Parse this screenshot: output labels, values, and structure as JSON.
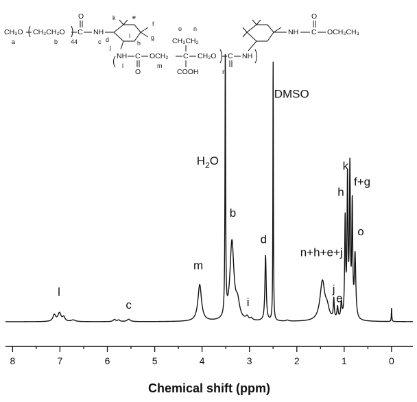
{
  "chart_data": {
    "type": "line",
    "title": "",
    "xlabel": "Chemical shift (ppm)",
    "ylabel": "",
    "xlim": [
      8.15,
      -0.45
    ],
    "x_reversed": true,
    "x_ticks": [
      8,
      7,
      6,
      5,
      4,
      3,
      2,
      1,
      0
    ],
    "grid": false,
    "series": [
      {
        "peaks": [
          {
            "shift": 7.12,
            "intensity": 0.025,
            "width": 0.035
          },
          {
            "shift": 7.01,
            "intensity": 0.032,
            "width": 0.04
          },
          {
            "shift": 6.92,
            "intensity": 0.016,
            "width": 0.03
          },
          {
            "shift": 6.72,
            "intensity": 0.006,
            "width": 0.05
          },
          {
            "shift": 5.85,
            "intensity": 0.008,
            "width": 0.03
          },
          {
            "shift": 5.76,
            "intensity": 0.006,
            "width": 0.03
          },
          {
            "shift": 5.55,
            "intensity": 0.009,
            "width": 0.04
          },
          {
            "shift": 4.05,
            "intensity": 0.14,
            "width": 0.045
          },
          {
            "shift": 3.51,
            "intensity": 1.0,
            "width": 0.008
          },
          {
            "shift": 3.37,
            "intensity": 0.3,
            "width": 0.05
          },
          {
            "shift": 3.25,
            "intensity": 0.06,
            "width": 0.05
          },
          {
            "shift": 3.05,
            "intensity": 0.013,
            "width": 0.03
          },
          {
            "shift": 2.96,
            "intensity": 0.008,
            "width": 0.03
          },
          {
            "shift": 2.66,
            "intensity": 0.25,
            "width": 0.016
          },
          {
            "shift": 2.5,
            "intensity": 1.0,
            "width": 0.006
          },
          {
            "shift": 2.2,
            "intensity": 0.004,
            "width": 0.03
          },
          {
            "shift": 1.46,
            "intensity": 0.15,
            "width": 0.06
          },
          {
            "shift": 1.36,
            "intensity": 0.04,
            "width": 0.05
          },
          {
            "shift": 1.22,
            "intensity": 0.075,
            "width": 0.012
          },
          {
            "shift": 1.14,
            "intensity": 0.045,
            "width": 0.015
          },
          {
            "shift": 1.06,
            "intensity": 0.06,
            "width": 0.015
          },
          {
            "shift": 0.98,
            "intensity": 0.37,
            "width": 0.012
          },
          {
            "shift": 0.93,
            "intensity": 0.52,
            "width": 0.012
          },
          {
            "shift": 0.88,
            "intensity": 0.56,
            "width": 0.012
          },
          {
            "shift": 0.83,
            "intensity": 0.42,
            "width": 0.012
          },
          {
            "shift": 0.77,
            "intensity": 0.24,
            "width": 0.018
          },
          {
            "shift": 0.0,
            "intensity": 0.05,
            "width": 0.006
          }
        ]
      }
    ],
    "annotations": [
      {
        "text": "l",
        "shift": 7.02,
        "level": 0.1
      },
      {
        "text": "c",
        "shift": 5.55,
        "level": 0.05
      },
      {
        "text": "m",
        "shift": 4.08,
        "level": 0.2
      },
      {
        "text": "i",
        "shift": 3.03,
        "level": 0.06
      },
      {
        "text": "d",
        "shift": 2.7,
        "level": 0.3
      },
      {
        "text": "b",
        "shift": 3.35,
        "level": 0.4
      },
      {
        "text": "DMSO",
        "shift": 2.11,
        "level": 0.855
      },
      {
        "text": "n+h+e+j",
        "shift": 1.48,
        "level": 0.25
      },
      {
        "text": "j",
        "shift": 1.22,
        "level": 0.11
      },
      {
        "text": "e",
        "shift": 1.1,
        "level": 0.075
      },
      {
        "text": "h",
        "shift": 1.07,
        "level": 0.48
      },
      {
        "text": "k",
        "shift": 0.97,
        "level": 0.58
      },
      {
        "text": "f+g",
        "shift": 0.62,
        "level": 0.52
      },
      {
        "text": "o",
        "shift": 0.65,
        "level": 0.33
      }
    ],
    "water_label": {
      "main": "H",
      "sub": "2",
      "tail": "O",
      "shift": 3.88,
      "level": 0.6
    }
  },
  "structure": {
    "head_group": "CH₃O",
    "repeat_unit": "CH₂CH₂O",
    "repeat_count": "44",
    "carbonyl_1": "C",
    "carbonyl_2": "O",
    "nh_1": "NH",
    "label_a": "a",
    "label_b": "b",
    "label_c": "c",
    "label_d": "d",
    "label_j": "j",
    "label_k": "k",
    "label_e": "e",
    "label_f": "f",
    "label_g": "g",
    "label_h": "h",
    "label_i": "i",
    "label_l": "l",
    "label_m": "m",
    "label_n": "n",
    "label_o": "o",
    "ethyl": "CH₃CH₂",
    "nh_2": "NH",
    "carbonyl_3": "C",
    "oxy_ch2": "OCH₂",
    "quat_c": "C",
    "ch2o": "CH₂O",
    "carbonyl_4": "C",
    "carbonyl_o": "O",
    "cooh": "COOH",
    "nh_3": "NH",
    "repeat_n": "n",
    "tail_group": "NH",
    "carbonyl_5": "C",
    "carbonyl_6": "O",
    "tail_ester": "OCH₂CH₃"
  }
}
